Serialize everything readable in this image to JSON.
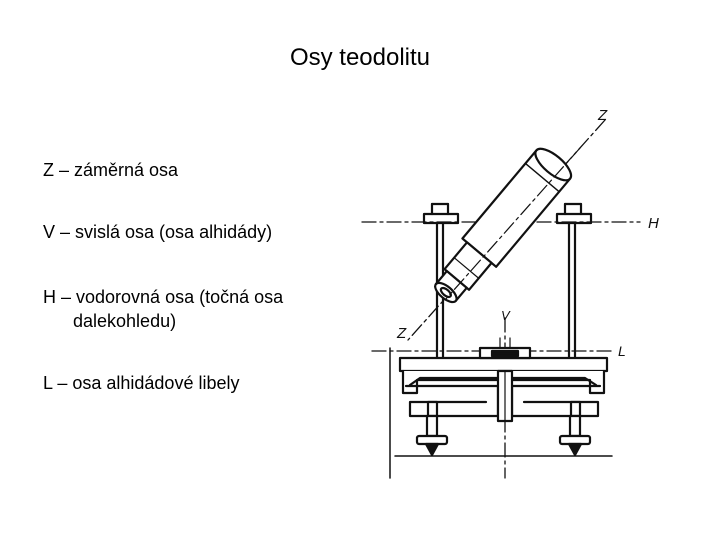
{
  "title": "Osy teodolitu",
  "legend": [
    {
      "line1": "Z – záměrná osa",
      "line2": ""
    },
    {
      "line1": "V – svislá osa (osa alhidády)",
      "line2": ""
    },
    {
      "line1": "H – vodorovná osa (točná osa",
      "line2": "dalekohledu)"
    },
    {
      "line1": "L – osa alhidádové libely",
      "line2": ""
    }
  ],
  "figure": {
    "axis_labels": {
      "z_top": "Z",
      "h": "H",
      "z_bottom": "Z",
      "v": "V",
      "l": "L"
    }
  }
}
